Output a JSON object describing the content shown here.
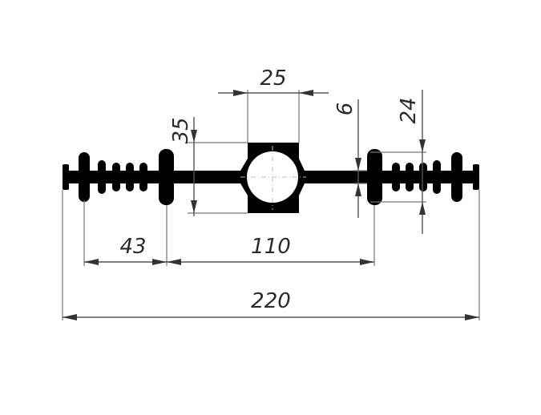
{
  "dimensions": {
    "overall_width": "220",
    "segment_left": "43",
    "segment_middle": "110",
    "bulb_width": "25",
    "bulb_height": "35",
    "web_thickness": "6",
    "rib_height": "24"
  },
  "colors": {
    "profile": "#000000",
    "dimension_lines": "#555555",
    "background": "#ffffff"
  }
}
